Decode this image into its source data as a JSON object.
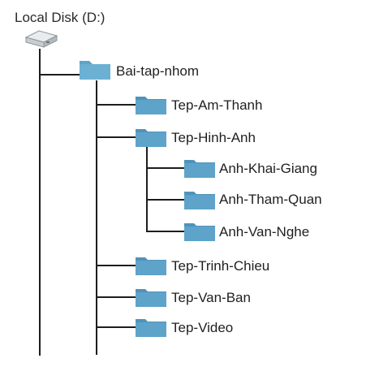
{
  "tree": {
    "root": {
      "label": "Local Disk (D:)",
      "icon": "drive-icon"
    },
    "level1": {
      "label": "Bai-tap-nhom",
      "icon": "folder-icon"
    },
    "children": [
      {
        "label": "Tep-Am-Thanh",
        "icon": "folder-icon"
      },
      {
        "label": "Tep-Hinh-Anh",
        "icon": "folder-icon",
        "children": [
          {
            "label": "Anh-Khai-Giang",
            "icon": "folder-icon"
          },
          {
            "label": "Anh-Tham-Quan",
            "icon": "folder-icon"
          },
          {
            "label": "Anh-Van-Nghe",
            "icon": "folder-icon"
          }
        ]
      },
      {
        "label": "Tep-Trinh-Chieu",
        "icon": "folder-icon"
      },
      {
        "label": "Tep-Van-Ban",
        "icon": "folder-icon"
      },
      {
        "label": "Tep-Video",
        "icon": "folder-icon"
      }
    ]
  },
  "colors": {
    "folder_body": "#5ea3c9",
    "folder_tab": "#4f93ba",
    "line": "#1d1d1d",
    "text": "#1f1f1f"
  }
}
